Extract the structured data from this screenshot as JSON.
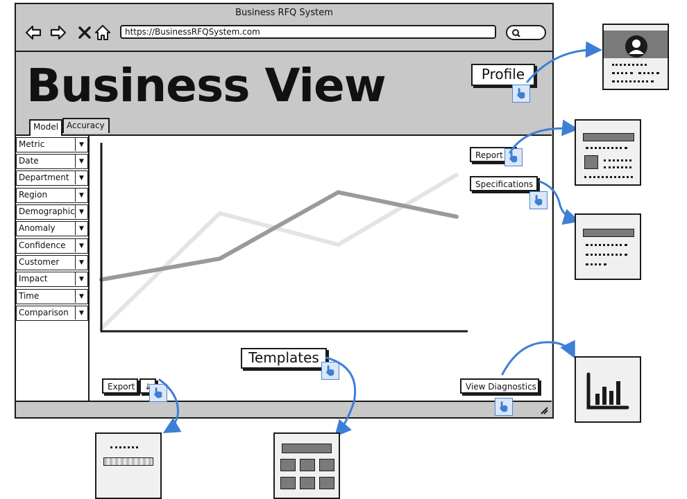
{
  "window": {
    "title": "Business RFQ System",
    "url": "https://BusinessRFQSystem.com"
  },
  "page": {
    "title": "Business View"
  },
  "buttons": {
    "profile": "Profile",
    "report": "Report",
    "specifications": "Specifications",
    "templates": "Templates",
    "export": "Export",
    "download_glyph": "↓",
    "view_diagnostics": "View Diagnostics"
  },
  "tabs": [
    {
      "label": "Model",
      "active": true
    },
    {
      "label": "Accuracy",
      "active": false
    }
  ],
  "filters": [
    {
      "label": "Metric"
    },
    {
      "label": "Date"
    },
    {
      "label": "Department"
    },
    {
      "label": "Region"
    },
    {
      "label": "Demographic"
    },
    {
      "label": "Anomaly"
    },
    {
      "label": "Confidence"
    },
    {
      "label": "Customer"
    },
    {
      "label": "Impact"
    },
    {
      "label": "Time"
    },
    {
      "label": "Comparison"
    }
  ],
  "chart_data": {
    "type": "line",
    "x": [
      0,
      1,
      2,
      3
    ],
    "series": [
      {
        "color": "#9a9a9a",
        "values": [
          0.28,
          0.4,
          0.78,
          0.64
        ]
      },
      {
        "color": "#e4e4e4",
        "values": [
          0.0,
          0.66,
          0.48,
          0.88
        ]
      }
    ],
    "ylim": [
      0,
      1
    ],
    "grid": false,
    "xlabel": "",
    "ylabel": ""
  },
  "colors": {
    "window_bg": "#c8c8c8",
    "accent": "#3d7fd6",
    "hand_fill": "#dbe7f7"
  },
  "icons": {
    "back": "arrow-left-icon",
    "forward": "arrow-right-icon",
    "close": "close-icon",
    "home": "home-icon",
    "search": "search-icon",
    "resize": "resize-grip-icon",
    "pointer": "hand-pointer-icon",
    "avatar": "user-avatar-icon",
    "diagnostics": "bar-chart-icon"
  }
}
